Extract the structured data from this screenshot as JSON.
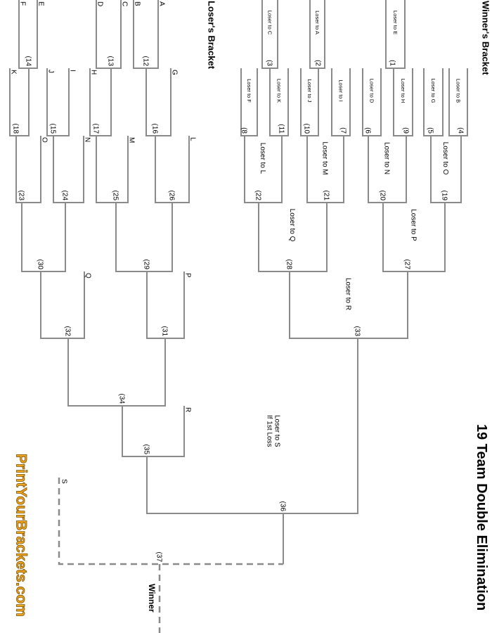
{
  "title": "19 Team Double Elimination",
  "logo": "PrintYourBrackets.com",
  "colors": {
    "lines": "#8a8a8a",
    "logo": "#f2a51f",
    "text": "#000000"
  },
  "winners_bracket": {
    "heading": "Winner's Bracket",
    "matches": [
      {
        "number": "(1",
        "note": "Loser to E"
      },
      {
        "number": "(2",
        "note": "Loser to A"
      },
      {
        "number": "(3",
        "note": "Loser to C"
      },
      {
        "number": "(4",
        "note": "Loser to B"
      },
      {
        "number": "(5",
        "note": "Loser to G"
      },
      {
        "number": "(9",
        "note": "Loser to H"
      },
      {
        "number": "(6",
        "note": "Loser to D"
      },
      {
        "number": "(7",
        "note": "Loser to I"
      },
      {
        "number": "(10",
        "note": "Loser to J"
      },
      {
        "number": "(11",
        "note": "Loser to K"
      },
      {
        "number": "(8",
        "note": "Loser to F"
      },
      {
        "number": "(19",
        "note": "Loser to O"
      },
      {
        "number": "(20",
        "note": "Loser to N"
      },
      {
        "number": "(21",
        "note": "Loser to M"
      },
      {
        "number": "(22",
        "note": "Loser to L"
      },
      {
        "number": "(27",
        "note": "Loser to P"
      },
      {
        "number": "(28",
        "note": "Loser to Q"
      },
      {
        "number": "(33",
        "note": "Loser to R"
      }
    ]
  },
  "losers_bracket": {
    "heading": "Loser's Bracket",
    "matches": [
      {
        "number": "(12"
      },
      {
        "number": "(13"
      },
      {
        "number": "(14"
      },
      {
        "number": "(16"
      },
      {
        "number": "(17"
      },
      {
        "number": "(15"
      },
      {
        "number": "(18"
      },
      {
        "number": "(26"
      },
      {
        "number": "(25"
      },
      {
        "number": "(24"
      },
      {
        "number": "(23"
      },
      {
        "number": "(29"
      },
      {
        "number": "(30"
      },
      {
        "number": "(31"
      },
      {
        "number": "(32"
      },
      {
        "number": "(34"
      },
      {
        "number": "(35"
      }
    ],
    "seeds": [
      "A",
      "B",
      "C",
      "D",
      "E",
      "F",
      "G",
      "H",
      "I",
      "J",
      "K",
      "L",
      "M",
      "N",
      "O",
      "P",
      "Q",
      "R"
    ]
  },
  "final": {
    "championship_number": "(36",
    "if_necessary_number": "(37",
    "seed": "S",
    "note_line1": "Loser to S",
    "note_line2": "If 1st Loss",
    "winner_label": "Winner"
  }
}
